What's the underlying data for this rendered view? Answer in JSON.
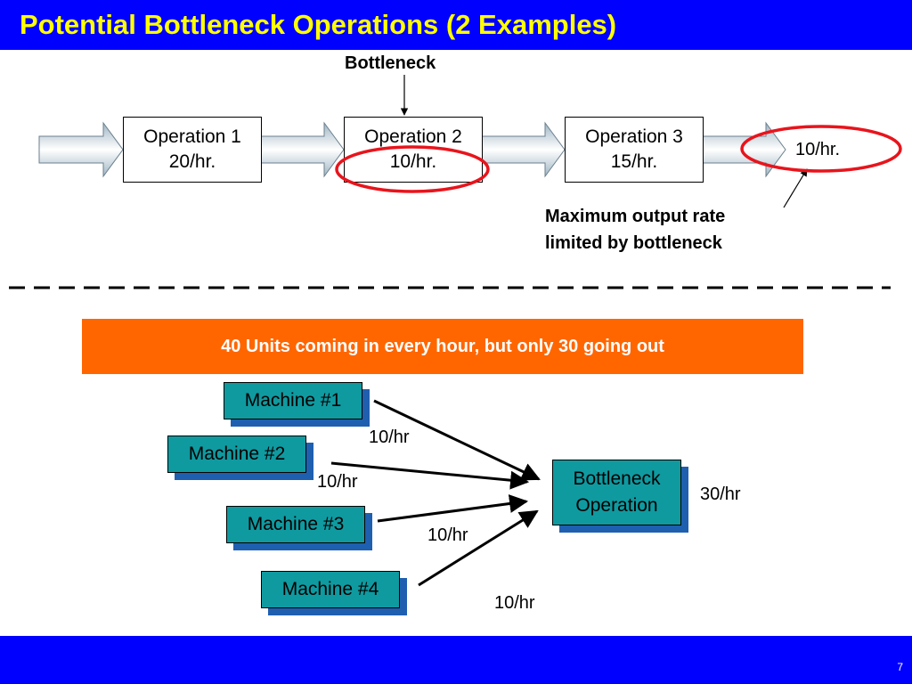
{
  "title": "Potential Bottleneck Operations (2 Examples)",
  "page_number": "7",
  "example1": {
    "bottleneck_label": "Bottleneck",
    "operations": [
      {
        "name": "Operation 1",
        "rate": "20/hr."
      },
      {
        "name": "Operation 2",
        "rate": "10/hr."
      },
      {
        "name": "Operation 3",
        "rate": "15/hr."
      }
    ],
    "output_rate": "10/hr.",
    "annotation_line1": "Maximum output rate",
    "annotation_line2": "limited by bottleneck",
    "highlight_color": "#e8141c"
  },
  "example2": {
    "banner": "40 Units coming in every hour, but only 30 going out",
    "machines": [
      "Machine #1",
      "Machine #2",
      "Machine #3",
      "Machine #4"
    ],
    "rates": [
      "10/hr",
      "10/hr",
      "10/hr",
      "10/hr"
    ],
    "bottleneck_line1": "Bottleneck",
    "bottleneck_line2": "Operation",
    "output_rate": "30/hr"
  },
  "colors": {
    "title_bar": "#0000ff",
    "title_text": "#ffff00",
    "banner": "#ff6600",
    "machine_fill": "#0f9aa0",
    "machine_shadow": "#1f5fb0"
  }
}
